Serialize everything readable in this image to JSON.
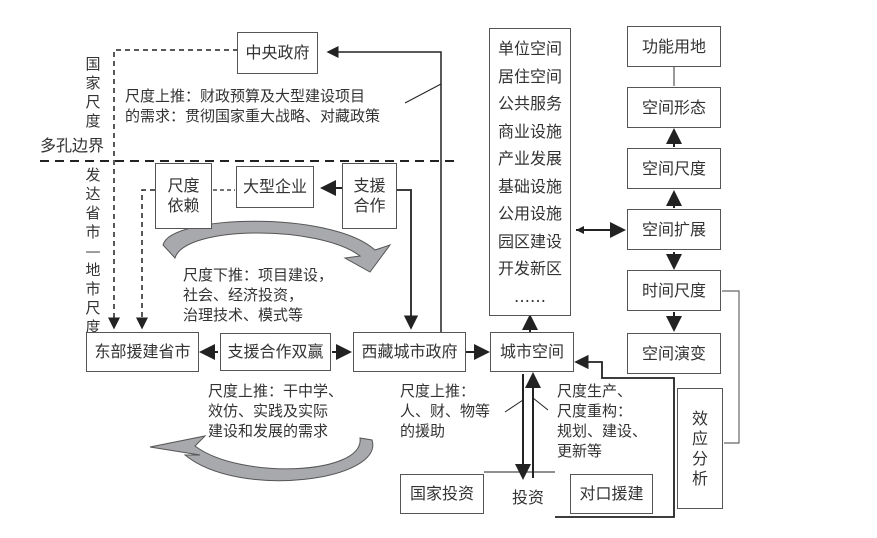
{
  "regions": {
    "national_scale": "国家尺度",
    "porous_boundary": "多孔边界",
    "developed_province_scale": "发达省市—地市尺度"
  },
  "nodes": {
    "central_gov": "中央政府",
    "scale_dependence": "尺度依赖",
    "large_enterprise": "大型企业",
    "support_cooperation": "支援合作",
    "eastern_provinces": "东部援建省市",
    "win_win": "支援合作双赢",
    "tibet_city_gov": "西藏城市政府",
    "urban_space": "城市空间",
    "national_investment": "国家投资",
    "investment": "投资",
    "paired_aid": "对口援建",
    "functional_land": "功能用地",
    "spatial_form": "空间形态",
    "spatial_scale": "空间尺度",
    "spatial_expansion": "空间扩展",
    "temporal_scale": "时间尺度",
    "spatial_evolution": "空间演变",
    "effect_analysis": "效应分析"
  },
  "space_list": [
    "单位空间",
    "居住空间",
    "公共服务",
    "商业设施",
    "产业发展",
    "基础设施",
    "公用设施",
    "园区建设",
    "开发新区",
    "……"
  ],
  "annotations": {
    "upscale_national": "尺度上推：财政预算及大型建设项目\n的需求：贯彻国家重大战略、对藏政策",
    "downscale": "尺度下推：项目建设，\n社会、经济投资，\n治理技术、模式等",
    "upscale_learning": "尺度上推：干中学、\n效仿、实践及实际\n建设和发展的需求",
    "upscale_aid": "尺度上推：\n人、财、物等\n的援助",
    "scale_production": "尺度生产、\n尺度重构：\n规划、建设、\n更新等"
  }
}
